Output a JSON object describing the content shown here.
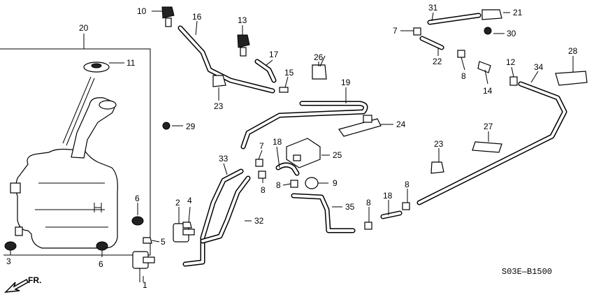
{
  "diagram_code": "S03E—B1500",
  "direction_label": "FR.",
  "callouts": {
    "c1": "1",
    "c2": "2",
    "c3": "3",
    "c4": "4",
    "c5": "5",
    "c6a": "6",
    "c6b": "6",
    "c7a": "7",
    "c7b": "7",
    "c8a": "8",
    "c8b": "8",
    "c8c": "8",
    "c8d": "8",
    "c8e": "8",
    "c9": "9",
    "c10": "10",
    "c11": "11",
    "c12": "12",
    "c13": "13",
    "c14": "14",
    "c15": "15",
    "c16": "16",
    "c17": "17",
    "c18a": "18",
    "c18b": "18",
    "c19": "19",
    "c20": "20",
    "c21": "21",
    "c22": "22",
    "c23a": "23",
    "c23b": "23",
    "c24": "24",
    "c25": "25",
    "c26": "26",
    "c27": "27",
    "c28": "28",
    "c29": "29",
    "c30": "30",
    "c31": "31",
    "c32": "32",
    "c33": "33",
    "c34": "34",
    "c35": "35"
  }
}
